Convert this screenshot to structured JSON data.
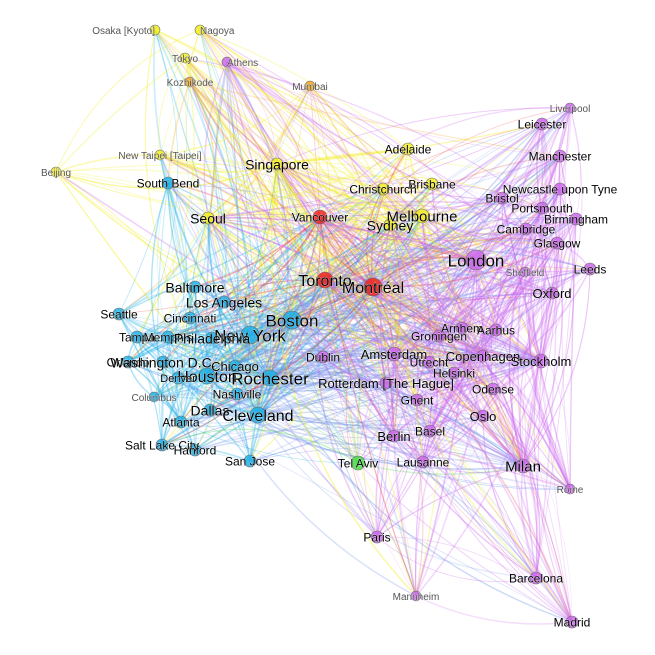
{
  "colors": {
    "cyan": "#1fb0e8",
    "purple": "#cc66ee",
    "yellow": "#f2ee1a",
    "green": "#46dd46",
    "red": "#ee2222",
    "orange": "#f2a41c",
    "blue": "#6a8ee8",
    "label": "#000000",
    "label_muted": "#555555"
  },
  "nodes": [
    {
      "id": "osaka",
      "label": "Osaka [Kyoto]",
      "group": "yellow",
      "muted": true
    },
    {
      "id": "nagoya",
      "label": "Nagoya",
      "group": "yellow",
      "muted": true
    },
    {
      "id": "tokyo",
      "label": "Tokyo",
      "group": "yellow",
      "muted": true
    },
    {
      "id": "athens",
      "label": "Athens",
      "group": "purple",
      "muted": true
    },
    {
      "id": "kozhikode",
      "label": "Kozhikode",
      "group": "orange",
      "muted": true
    },
    {
      "id": "mumbai",
      "label": "Mumbai",
      "group": "orange",
      "muted": true
    },
    {
      "id": "liverpool",
      "label": "Liverpool",
      "group": "purple",
      "muted": true
    },
    {
      "id": "leicester",
      "label": "Leicester",
      "group": "purple"
    },
    {
      "id": "new_taipei",
      "label": "New Taipei [Taipei]",
      "group": "yellow",
      "muted": true
    },
    {
      "id": "adelaide",
      "label": "Adelaide",
      "group": "yellow"
    },
    {
      "id": "manchester",
      "label": "Manchester",
      "group": "purple"
    },
    {
      "id": "beijing",
      "label": "Beijing",
      "group": "yellow",
      "muted": true
    },
    {
      "id": "singapore",
      "label": "Singapore",
      "group": "yellow"
    },
    {
      "id": "south_bend",
      "label": "South Bend",
      "group": "cyan"
    },
    {
      "id": "christchurch",
      "label": "Christchurch",
      "group": "yellow"
    },
    {
      "id": "brisbane",
      "label": "Brisbane",
      "group": "yellow"
    },
    {
      "id": "newcastle",
      "label": "Newcastle upon Tyne",
      "group": "purple"
    },
    {
      "id": "bristol",
      "label": "Bristol",
      "group": "purple"
    },
    {
      "id": "portsmouth",
      "label": "Portsmouth",
      "group": "purple"
    },
    {
      "id": "birmingham",
      "label": "Birmingham",
      "group": "purple"
    },
    {
      "id": "melbourne",
      "label": "Melbourne",
      "group": "yellow"
    },
    {
      "id": "seoul",
      "label": "Seoul",
      "group": "yellow"
    },
    {
      "id": "vancouver",
      "label": "Vancouver",
      "group": "red"
    },
    {
      "id": "sydney",
      "label": "Sydney",
      "group": "yellow"
    },
    {
      "id": "cambridge",
      "label": "Cambridge",
      "group": "purple"
    },
    {
      "id": "glasgow",
      "label": "Glasgow",
      "group": "purple"
    },
    {
      "id": "london",
      "label": "London",
      "group": "purple"
    },
    {
      "id": "sheffield",
      "label": "Sheffield",
      "group": "purple",
      "muted": true
    },
    {
      "id": "leeds",
      "label": "Leeds",
      "group": "purple"
    },
    {
      "id": "toronto",
      "label": "Toronto",
      "group": "red"
    },
    {
      "id": "montreal",
      "label": "Montréal",
      "group": "red"
    },
    {
      "id": "baltimore",
      "label": "Baltimore",
      "group": "cyan"
    },
    {
      "id": "oxford",
      "label": "Oxford",
      "group": "purple"
    },
    {
      "id": "los_angeles",
      "label": "Los Angeles",
      "group": "cyan"
    },
    {
      "id": "seattle",
      "label": "Seattle",
      "group": "cyan"
    },
    {
      "id": "boston",
      "label": "Boston",
      "group": "cyan"
    },
    {
      "id": "cincinnati",
      "label": "Cincinnati",
      "group": "cyan"
    },
    {
      "id": "new_york",
      "label": "New York",
      "group": "cyan"
    },
    {
      "id": "tampa",
      "label": "Tampa",
      "group": "cyan"
    },
    {
      "id": "memphis",
      "label": "Memphis",
      "group": "cyan"
    },
    {
      "id": "philadelphia",
      "label": "Philadelphia",
      "group": "cyan"
    },
    {
      "id": "arnhem",
      "label": "Arnhem",
      "group": "purple"
    },
    {
      "id": "aarhus",
      "label": "Aarhus",
      "group": "purple"
    },
    {
      "id": "groningen",
      "label": "Groningen",
      "group": "purple"
    },
    {
      "id": "orlando",
      "label": "Orlando",
      "group": "cyan"
    },
    {
      "id": "washington",
      "label": "Washington D.C.",
      "group": "cyan"
    },
    {
      "id": "dublin",
      "label": "Dublin",
      "group": "purple"
    },
    {
      "id": "amsterdam",
      "label": "Amsterdam",
      "group": "purple"
    },
    {
      "id": "copenhagen",
      "label": "Copenhagen",
      "group": "purple"
    },
    {
      "id": "utrecht",
      "label": "Utrecht",
      "group": "purple"
    },
    {
      "id": "stockholm",
      "label": "Stockholm",
      "group": "purple"
    },
    {
      "id": "chicago",
      "label": "Chicago",
      "group": "cyan"
    },
    {
      "id": "houston",
      "label": "Houston",
      "group": "cyan"
    },
    {
      "id": "denver",
      "label": "Denver",
      "group": "cyan"
    },
    {
      "id": "rochester",
      "label": "Rochester",
      "group": "cyan"
    },
    {
      "id": "helsinki",
      "label": "Helsinki",
      "group": "purple"
    },
    {
      "id": "rotterdam",
      "label": "Rotterdam [The Hague]",
      "group": "purple"
    },
    {
      "id": "odense",
      "label": "Odense",
      "group": "purple"
    },
    {
      "id": "nashville",
      "label": "Nashville",
      "group": "cyan"
    },
    {
      "id": "columbus",
      "label": "Columbus",
      "group": "cyan",
      "muted": true
    },
    {
      "id": "ghent",
      "label": "Ghent",
      "group": "purple"
    },
    {
      "id": "dallas",
      "label": "Dallas",
      "group": "cyan"
    },
    {
      "id": "cleveland",
      "label": "Cleveland",
      "group": "cyan"
    },
    {
      "id": "oslo",
      "label": "Oslo",
      "group": "purple"
    },
    {
      "id": "atlanta",
      "label": "Atlanta",
      "group": "cyan"
    },
    {
      "id": "basel",
      "label": "Basel",
      "group": "purple"
    },
    {
      "id": "berlin",
      "label": "Berlin",
      "group": "purple"
    },
    {
      "id": "salt_lake",
      "label": "Salt Lake City",
      "group": "cyan"
    },
    {
      "id": "hanford",
      "label": "Hanford",
      "group": "cyan"
    },
    {
      "id": "san_jose",
      "label": "San Jose",
      "group": "cyan"
    },
    {
      "id": "tel_aviv",
      "label": "Tel Aviv",
      "group": "green"
    },
    {
      "id": "lausanne",
      "label": "Lausanne",
      "group": "purple"
    },
    {
      "id": "milan",
      "label": "Milan",
      "group": "purple"
    },
    {
      "id": "rome",
      "label": "Rome",
      "group": "purple",
      "muted": true
    },
    {
      "id": "paris",
      "label": "Paris",
      "group": "purple"
    },
    {
      "id": "barcelona",
      "label": "Barcelona",
      "group": "purple"
    },
    {
      "id": "mannheim",
      "label": "Mannheim",
      "group": "purple",
      "muted": true
    },
    {
      "id": "madrid",
      "label": "Madrid",
      "group": "purple"
    }
  ]
}
